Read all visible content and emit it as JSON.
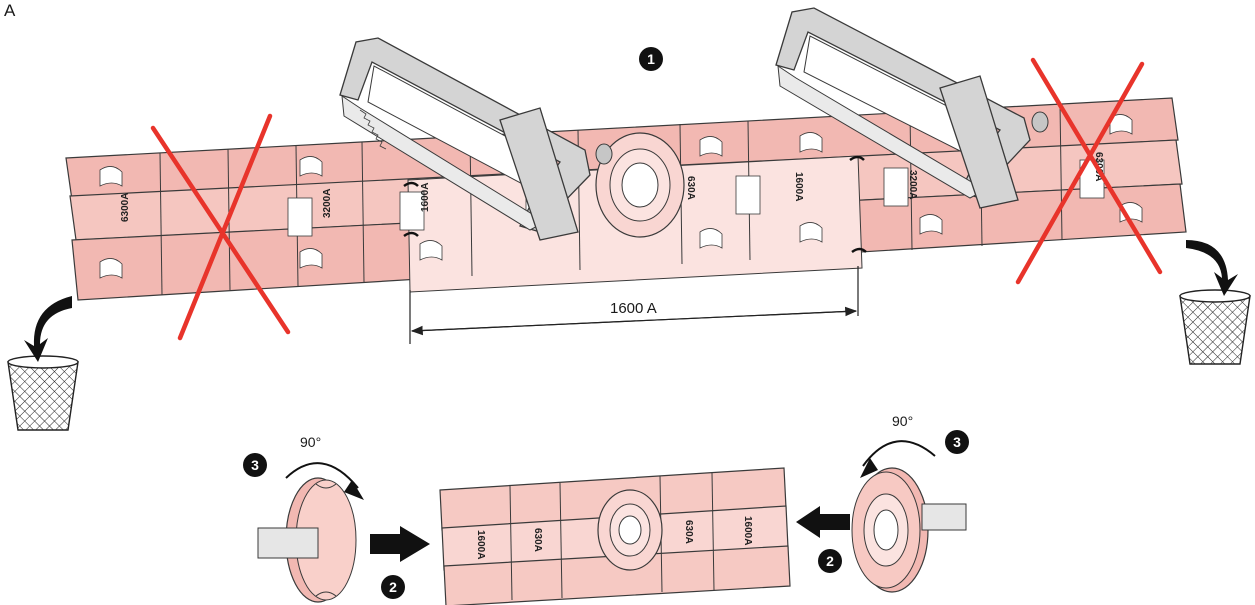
{
  "figure_letter": "A",
  "dimension_label": "1600 A",
  "angle_label": "90°",
  "steps": {
    "saw": "1",
    "insert": "2",
    "rotate": "3"
  },
  "rail_markings": [
    "6300A",
    "3200A",
    "1600A",
    "630A",
    "1600A",
    "3200A",
    "6300A"
  ],
  "small_rail_markings": [
    "1600A",
    "630A",
    "630A",
    "1600A"
  ],
  "colors": {
    "rail": "#f2b8b2",
    "rail_kept": "#f9dcd8",
    "cross": "#e8342b",
    "saw": "#d4d4d4",
    "outline": "#3a3a3a"
  },
  "icons": [
    "hacksaw-icon",
    "waste-bin-icon",
    "curved-arrow-icon",
    "end-cap-icon"
  ]
}
